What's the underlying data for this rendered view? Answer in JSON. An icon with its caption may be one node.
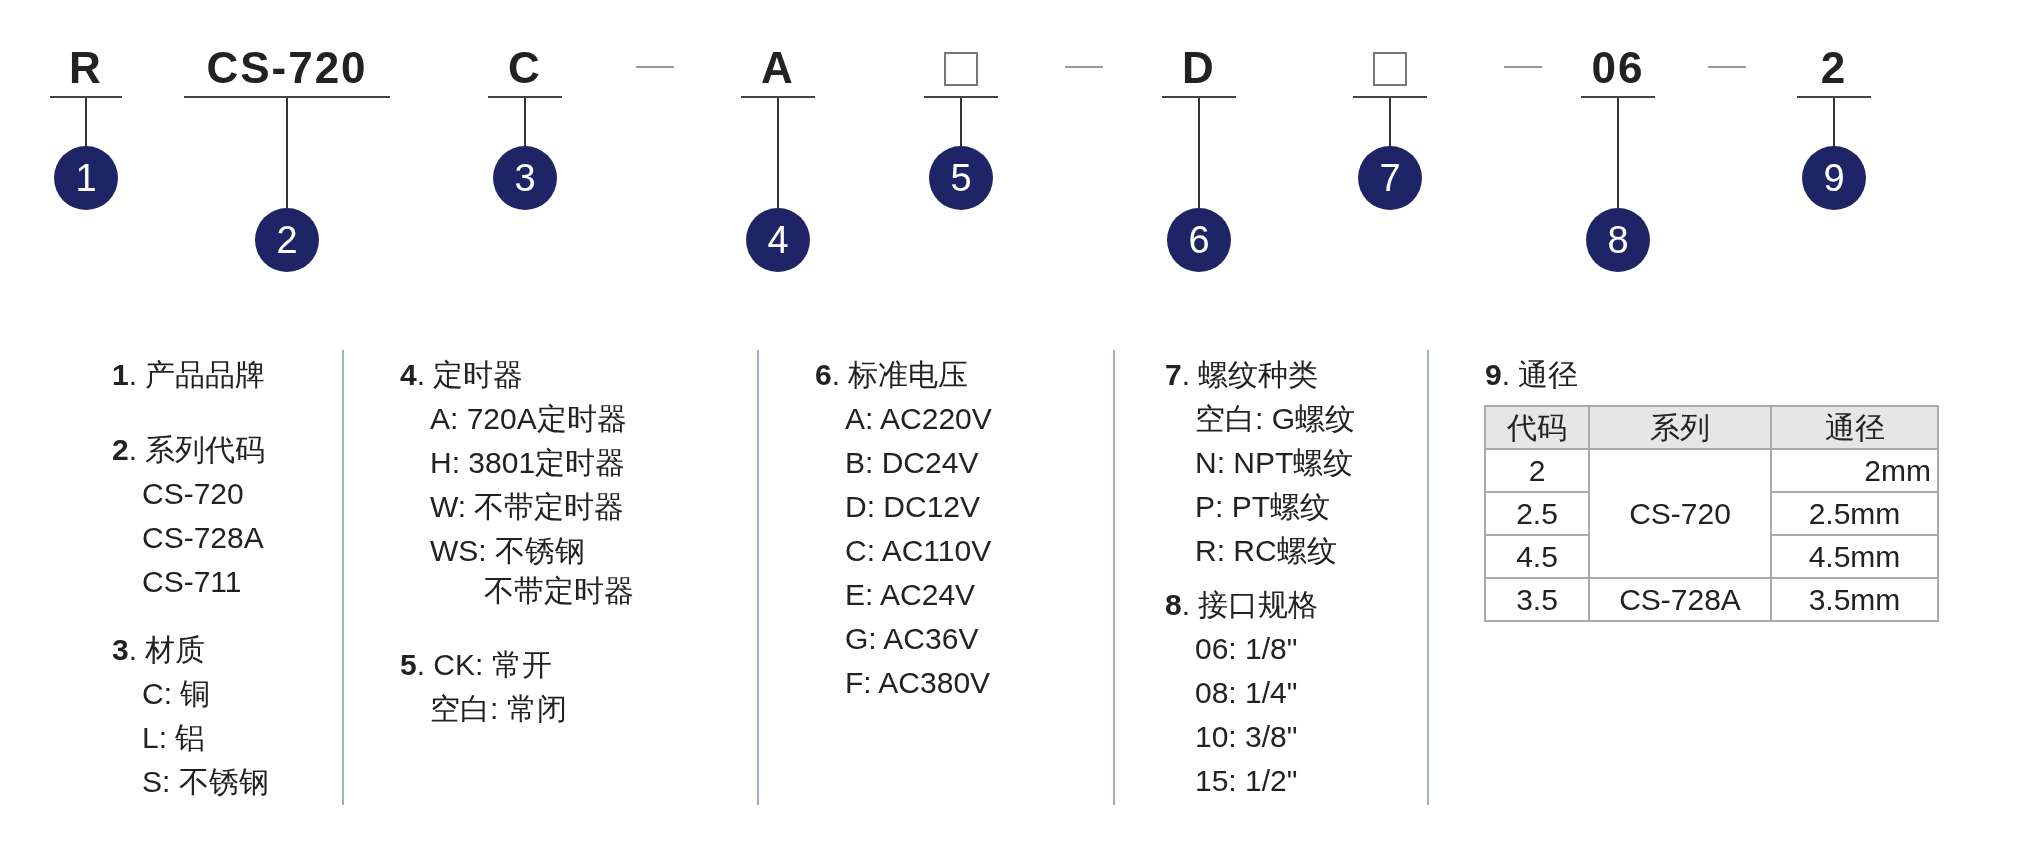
{
  "diagram": {
    "nodes": [
      {
        "text": [
          "R"
        ]
      },
      {
        "text": [
          "CS-720"
        ]
      },
      {
        "text": [
          "C"
        ]
      },
      {
        "text": [
          "A"
        ]
      },
      {
        "text": [],
        "shape": "box"
      },
      {
        "text": [
          "D"
        ]
      },
      {
        "text": [],
        "shape": "box"
      },
      {
        "text": [
          "06"
        ]
      },
      {
        "text": [
          "2"
        ]
      },
      {
        "text": [
          "1"
        ]
      },
      {
        "text": [
          "2"
        ]
      },
      {
        "text": [
          "3"
        ]
      },
      {
        "text": [
          "4"
        ]
      },
      {
        "text": [
          "5"
        ]
      },
      {
        "text": [
          "6"
        ]
      },
      {
        "text": [
          "7"
        ]
      },
      {
        "text": [
          "8"
        ]
      },
      {
        "text": [
          "9"
        ]
      }
    ],
    "edges": [
      {
        "from": 0,
        "to": 9,
        "arrow": "none"
      },
      {
        "from": 1,
        "to": 10,
        "arrow": "none"
      },
      {
        "from": 2,
        "to": 11,
        "arrow": "none"
      },
      {
        "from": 3,
        "to": 12,
        "arrow": "none"
      },
      {
        "from": 4,
        "to": 13,
        "arrow": "none"
      },
      {
        "from": 5,
        "to": 14,
        "arrow": "none"
      },
      {
        "from": 6,
        "to": 15,
        "arrow": "none"
      },
      {
        "from": 7,
        "to": 16,
        "arrow": "none"
      },
      {
        "from": 8,
        "to": 17,
        "arrow": "none"
      }
    ],
    "labels": [
      "**1**. 产品品牌",
      "**2**. 系列代码",
      "CS-720",
      "CS-728A",
      "CS-711",
      "**3**. 材质",
      "C: 铜",
      "L: 铝",
      "S: 不锈钢",
      "**4**. 定时器",
      "A: 720A定时器",
      "H: 3801定时器",
      "W: 不带定时器",
      "WS: 不锈钢不带定时器",
      "**5**. CK: 常开",
      "空白: 常闭",
      "**6**. 标准电压",
      "A: AC220V",
      "B: DC24V",
      "D: DC12V",
      "C: AC110V",
      "E: AC24V",
      "G: AC36V",
      "F: AC380V",
      "**7**. 螺纹种类",
      "空白: G螺纹",
      "N: NPT螺纹",
      "P: PT螺纹",
      "R: RC螺纹",
      "**8**. 接口规格",
      "06: 1/8\"",
      "08: 1/4\"",
      "10: 3/8\"",
      "15: 1/2\"",
      "**9**. 通径",
      "代码",
      "系列",
      "通径",
      "2",
      "CS-720",
      "2mm",
      "2.5",
      "2.5mm",
      "4.5",
      "4.5mm",
      "3.5",
      "CS-728A",
      "3.5mm"
    ]
  }
}
